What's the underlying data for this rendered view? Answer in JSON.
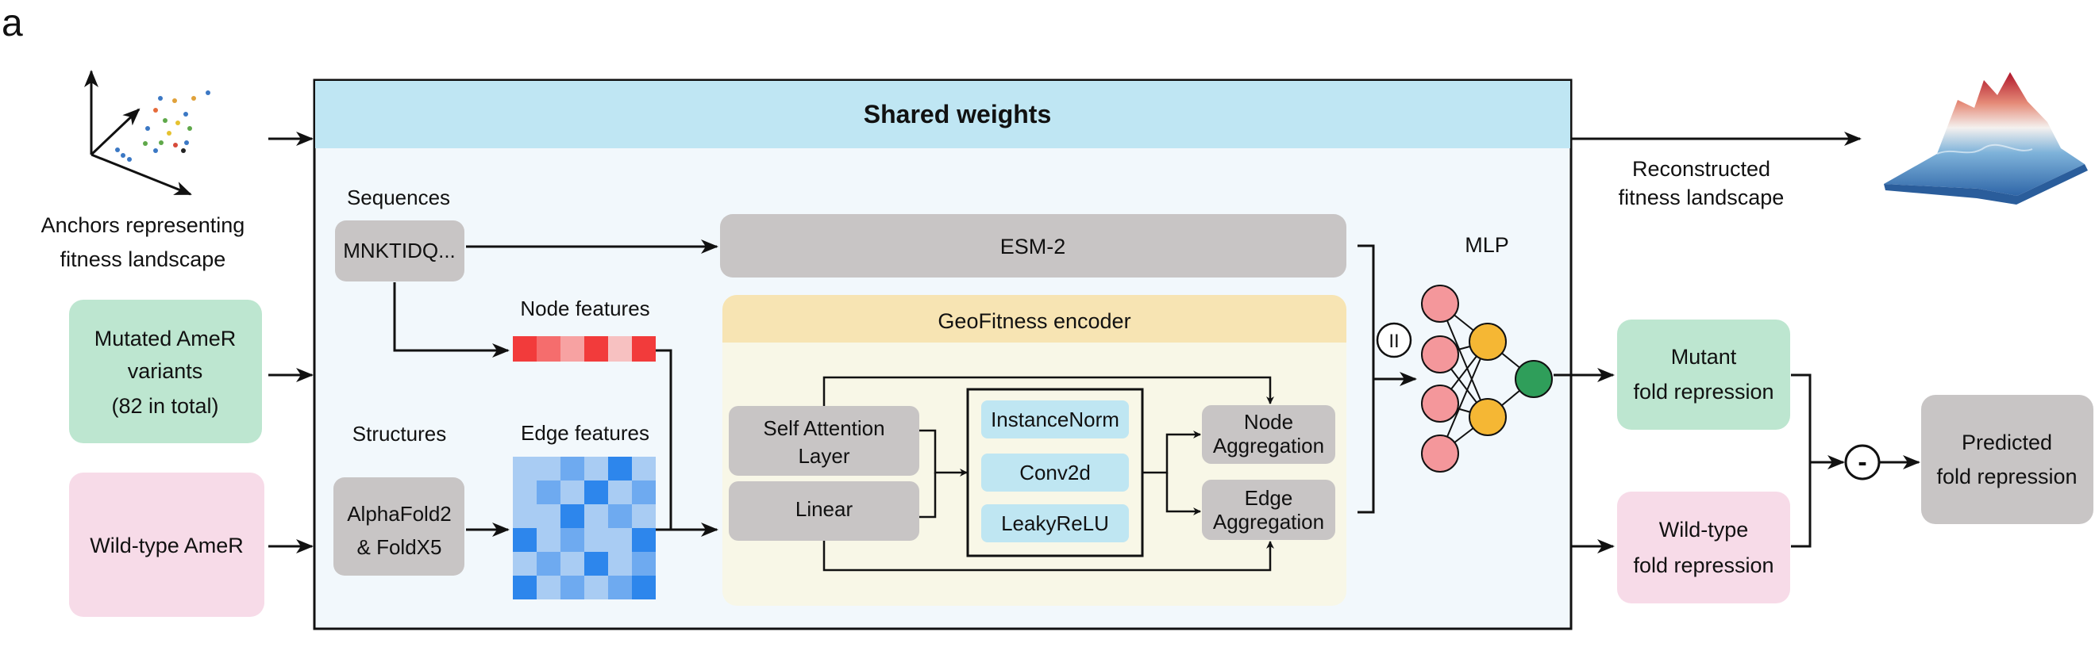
{
  "panel_letter": "a",
  "header": {
    "title": "Shared weights"
  },
  "anchors": {
    "label_line1": "Anchors representing",
    "label_line2": "fitness landscape"
  },
  "inputs": {
    "mutated": {
      "line1": "Mutated AmeR",
      "line2": "variants",
      "line3": "(82 in total)"
    },
    "wildtype": {
      "label": "Wild-type AmeR"
    }
  },
  "sequences": {
    "label": "Sequences",
    "value": "MNKTIDQ..."
  },
  "structures": {
    "label": "Structures",
    "tool_line1": "AlphaFold2",
    "tool_line2": "& FoldX5"
  },
  "node_features": {
    "label": "Node features"
  },
  "edge_features": {
    "label": "Edge features"
  },
  "esm": {
    "label": "ESM-2"
  },
  "geofitness": {
    "title": "GeoFitness encoder",
    "self_attention_line1": "Self Attention",
    "self_attention_line2": "Layer",
    "linear": "Linear",
    "instance_norm": "InstanceNorm",
    "conv2d": "Conv2d",
    "leaky_relu": "LeakyReLU",
    "node_agg_line1": "Node",
    "node_agg_line2": "Aggregation",
    "edge_agg_line1": "Edge",
    "edge_agg_line2": "Aggregation"
  },
  "concat_symbol": "II",
  "mlp": {
    "label": "MLP"
  },
  "landscape": {
    "label_line1": "Reconstructed",
    "label_line2": "fitness landscape"
  },
  "outputs": {
    "mutant": {
      "line1": "Mutant",
      "line2": "fold repression"
    },
    "wildtype": {
      "line1": "Wild-type",
      "line2": "fold repression"
    },
    "minus_symbol": "-",
    "predicted": {
      "line1": "Predicted",
      "line2": "fold repression"
    }
  },
  "colors": {
    "header_fill": "#bfe6f3",
    "panel_fill": "#f2f8fc",
    "gray_box": "#c8c5c5",
    "green_box": "#bde6d0",
    "pink_box": "#f7dbe8",
    "geo_header": "#f7e4b3",
    "geo_body": "#f8f7e7",
    "layer_blue": "#bfe6f2",
    "mlp_pink": "#f4979b",
    "mlp_orange": "#f5b734",
    "mlp_green": "#2f9e5a"
  }
}
